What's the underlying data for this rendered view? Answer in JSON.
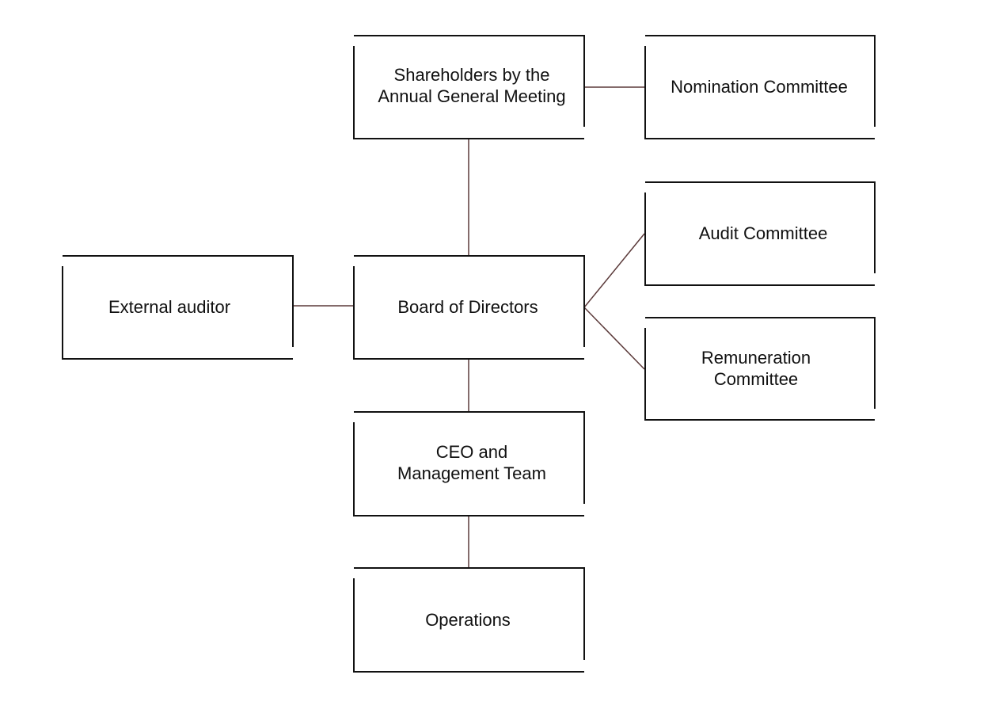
{
  "nodes": {
    "shareholders": {
      "lines": [
        "Shareholders by the",
        "Annual General Meeting"
      ]
    },
    "nomination": {
      "lines": [
        "Nomination Committee"
      ]
    },
    "audit": {
      "lines": [
        "Audit Committee"
      ]
    },
    "remuneration": {
      "lines": [
        "Remuneration",
        "Committee"
      ]
    },
    "external_auditor": {
      "lines": [
        "External auditor"
      ]
    },
    "board": {
      "lines": [
        "Board of Directors"
      ]
    },
    "ceo": {
      "lines": [
        "CEO and",
        "Management Team"
      ]
    },
    "operations": {
      "lines": [
        "Operations"
      ]
    }
  },
  "colors": {
    "connector": "#5b3a3a",
    "border": "#111111",
    "text": "#111111",
    "background": "#ffffff"
  }
}
